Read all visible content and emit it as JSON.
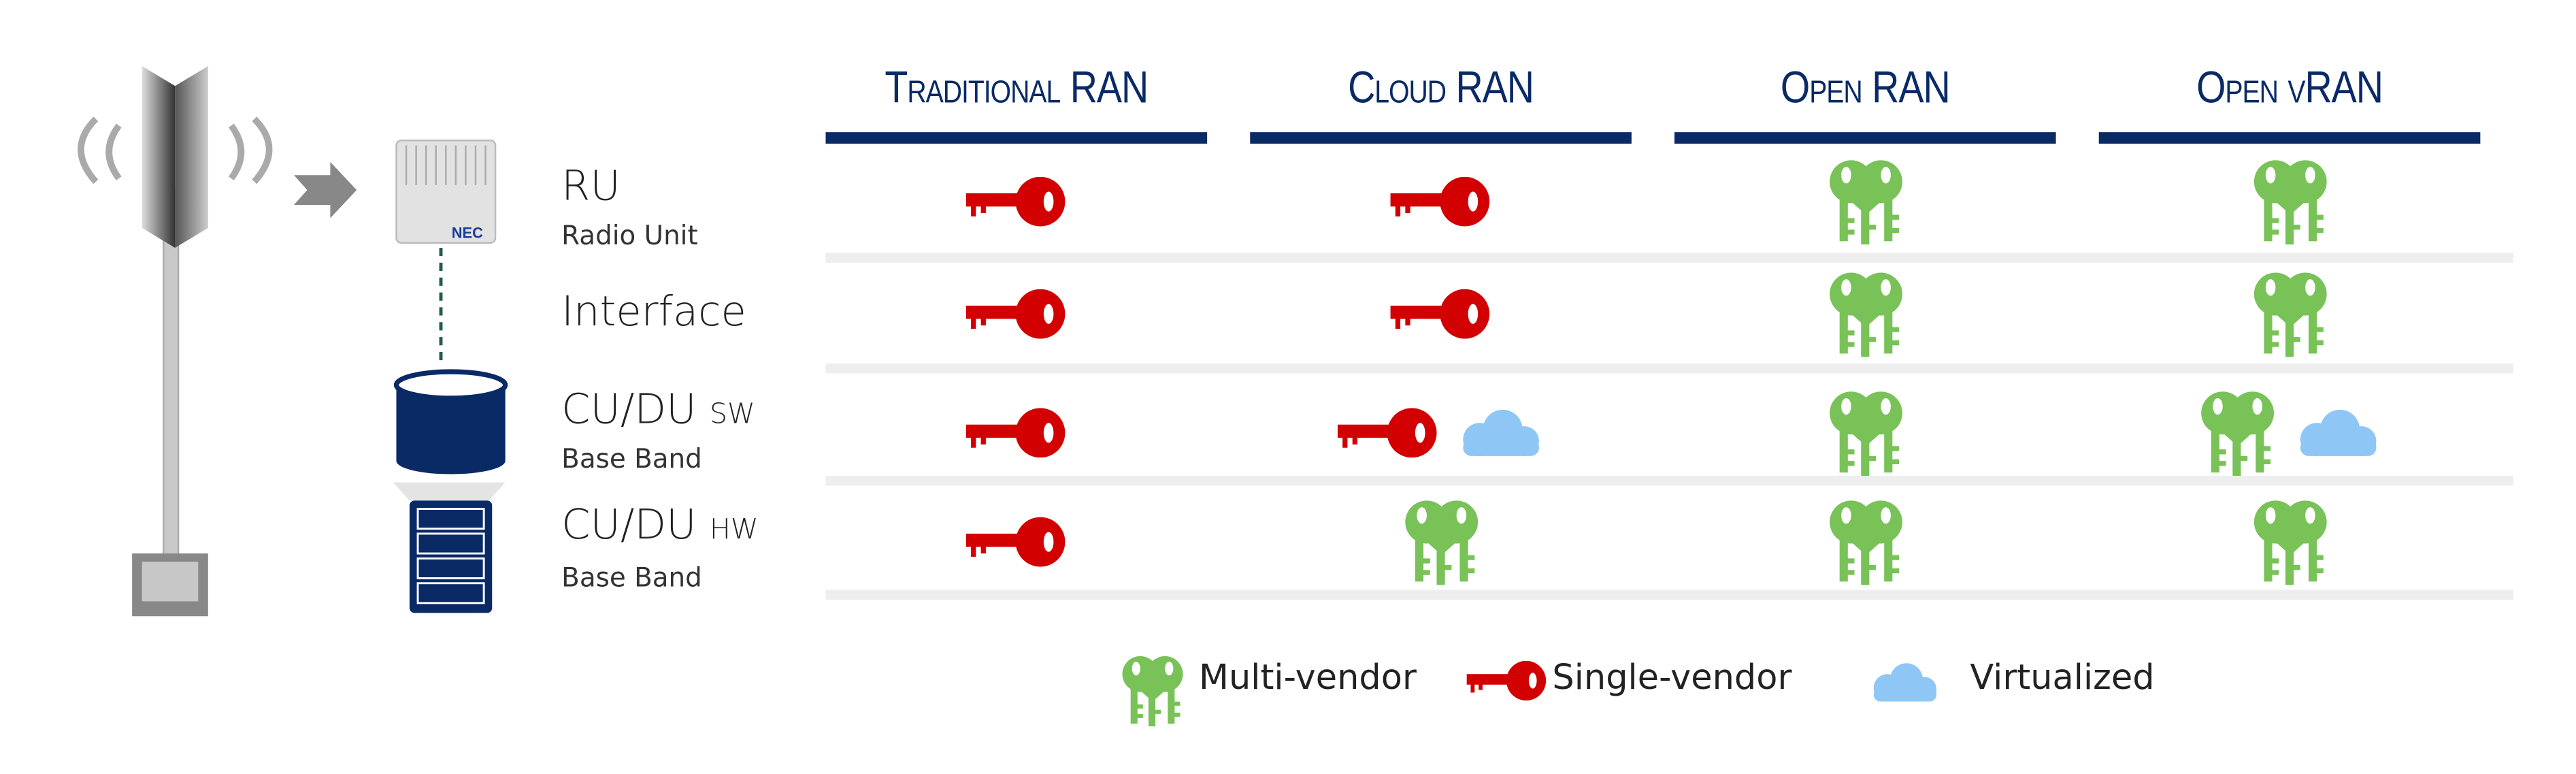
{
  "columns": [
    "Traditional RAN",
    "Cloud RAN",
    "Open RAN",
    "Open vRAN"
  ],
  "rows": [
    {
      "label": "RU",
      "suffix": "",
      "sublabel": "Radio Unit",
      "cells": [
        [
          "single"
        ],
        [
          "single"
        ],
        [
          "multi"
        ],
        [
          "multi"
        ]
      ]
    },
    {
      "label": "Interface",
      "suffix": "",
      "sublabel": "",
      "cells": [
        [
          "single"
        ],
        [
          "single"
        ],
        [
          "multi"
        ],
        [
          "multi"
        ]
      ]
    },
    {
      "label": "CU/DU",
      "suffix": "SW",
      "sublabel": "Base Band",
      "cells": [
        [
          "single"
        ],
        [
          "single",
          "cloud"
        ],
        [
          "multi"
        ],
        [
          "multi",
          "cloud"
        ]
      ]
    },
    {
      "label": "CU/DU",
      "suffix": "HW",
      "sublabel": "Base Band",
      "cells": [
        [
          "single"
        ],
        [
          "multi"
        ],
        [
          "multi"
        ],
        [
          "multi"
        ]
      ]
    }
  ],
  "ru_brand": "NEC",
  "legend": {
    "multi": "Multi-vendor",
    "single": "Single-vendor",
    "cloud": "Virtualized"
  },
  "colors": {
    "navy": "#0a2a66",
    "red": "#d20000",
    "green": "#78c257",
    "cloud": "#8ec6f5"
  }
}
